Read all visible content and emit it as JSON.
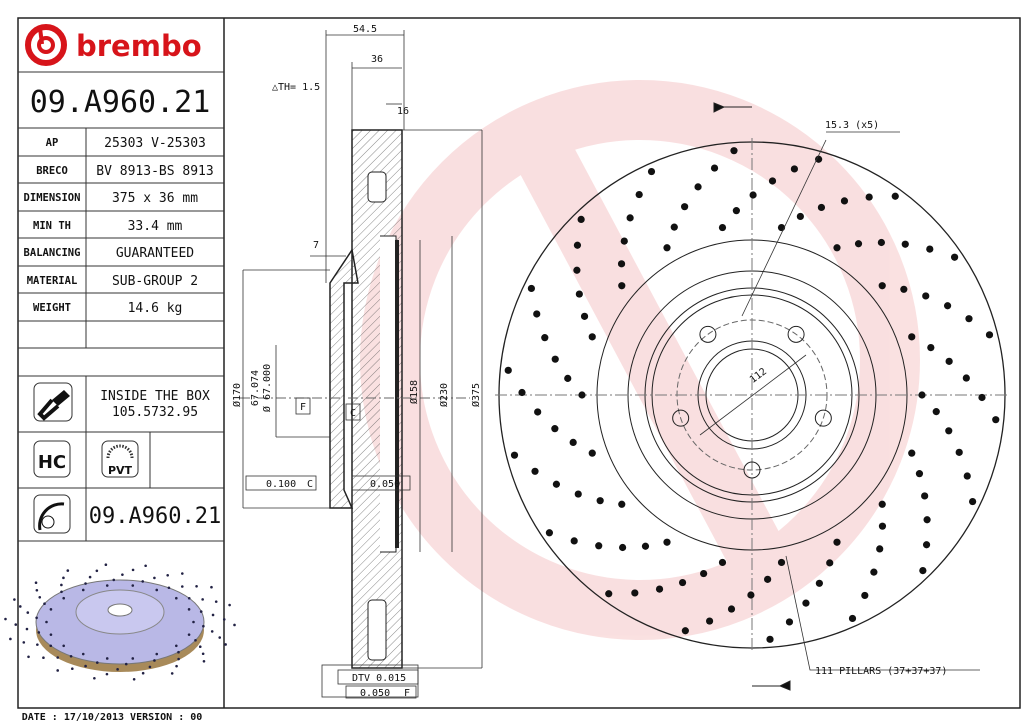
{
  "brand": {
    "name": "brembo",
    "color": "#d7141a"
  },
  "part_number": "09.A960.21",
  "specs": [
    {
      "label": "AP",
      "value": "25303 V-25303"
    },
    {
      "label": "BRECO",
      "value": "BV 8913-BS 8913"
    },
    {
      "label": "DIMENSION",
      "value": "375 x 36 mm"
    },
    {
      "label": "MIN TH",
      "value": "33.4 mm"
    },
    {
      "label": "BALANCING",
      "value": "GUARANTEED"
    },
    {
      "label": "MATERIAL",
      "value": "SUB-GROUP 2"
    },
    {
      "label": "WEIGHT",
      "value": "14.6 kg"
    }
  ],
  "inside_box": {
    "line1": "INSIDE THE BOX",
    "line2": "105.5732.95",
    "icon": "screw-icon"
  },
  "badges": {
    "hc": "HC",
    "pvt": "PVT"
  },
  "disc_part_number": "09.A960.21",
  "footer": "DATE : 17/10/2013 VERSION : 00",
  "section_dims": {
    "width_total": "54.5",
    "width_disc": "36",
    "th": "△TH= 1.5",
    "d16": "16",
    "d7": "7",
    "d170": "Ø170",
    "d67a": "67.074",
    "d67b": "Ø 67.000",
    "d158": "Ø158",
    "d230": "Ø230",
    "d375": "Ø375",
    "datum_f": "F",
    "datum_c": "C",
    "tol_parallel": "0.100",
    "tol_parallel_ref": "C",
    "tol_flat": "0.050",
    "dtv": "DTV 0.015",
    "runout": "0.050",
    "runout_ref": "F"
  },
  "front_dims": {
    "holes": "15.3 (x5)",
    "pcd": "112",
    "pillars": "111 PILLARS (37+37+37)"
  }
}
